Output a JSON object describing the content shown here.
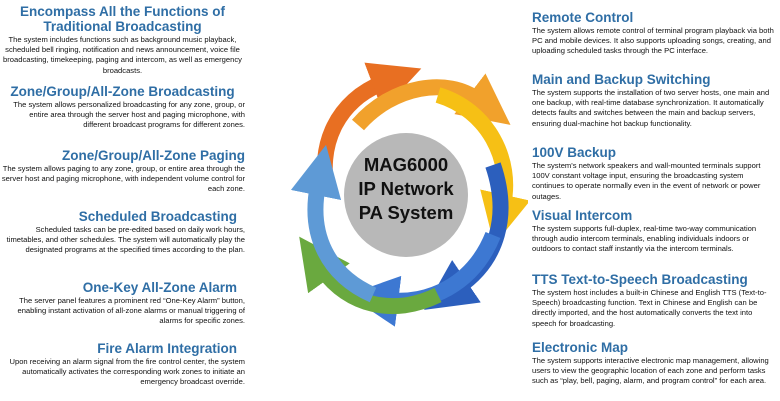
{
  "hub": {
    "line1": "MAG6000",
    "line2": "IP Network",
    "line3": "PA System"
  },
  "arrow_colors": [
    "#e06b25",
    "#f3ab2f",
    "#f7c21a",
    "#2e67c2",
    "#3f7ad0",
    "#6aab3f",
    "#5c9bd5",
    "#5c9bd5"
  ],
  "hub_color": "#b8b8b8",
  "title_color": "#2f6ea5",
  "left_features": [
    {
      "title": "Encompass All the Functions of Traditional Broadcasting",
      "desc": "The system includes functions such as background music playback, scheduled bell ringing, notification and news announcement, voice file broadcasting, timekeeping, paging and intercom, as well as emergency broadcasts."
    },
    {
      "title": "Zone/Group/All-Zone Broadcasting",
      "desc": "The system allows personalized broadcasting for any zone, group, or entire area through the server host and paging microphone, with different broadcast programs for different zones."
    },
    {
      "title": "Zone/Group/All-Zone Paging",
      "desc": "The system allows paging to any zone, group, or entire area through the server host and paging microphone, with independent volume control for each zone."
    },
    {
      "title": "Scheduled Broadcasting",
      "desc": "Scheduled tasks can be pre-edited based on daily work hours, timetables, and other schedules. The system will automatically play the designated programs at the specified times according to the plan."
    },
    {
      "title": "One-Key All-Zone Alarm",
      "desc": "The server panel features a prominent red “One-Key Alarm” button, enabling instant activation of all-zone alarms or manual triggering of alarms for specific zones."
    },
    {
      "title": "Fire Alarm Integration",
      "desc": "Upon receiving an alarm signal from the fire control center, the system automatically activates the corresponding work zones to initiate an emergency broadcast override."
    }
  ],
  "right_features": [
    {
      "title": "Remote Control",
      "desc": "The system allows remote control of terminal program playback via both PC and mobile devices. It also supports uploading songs, creating, and uploading scheduled tasks through the PC interface."
    },
    {
      "title": "Main and Backup Switching",
      "desc": "The system supports the installation of two server hosts, one main and one backup, with real-time database synchronization. It automatically detects faults and switches between the main and backup servers, ensuring dual-machine hot backup functionality."
    },
    {
      "title": "100V Backup",
      "desc": "The system's network speakers and wall-mounted terminals support 100V constant voltage input, ensuring the broadcasting system continues to operate normally even in the event of network or power outages."
    },
    {
      "title": "Visual Intercom",
      "desc": "The system supports full-duplex, real-time two-way communication through audio intercom terminals, enabling individuals indoors or outdoors to contact staff instantly via the intercom terminals."
    },
    {
      "title": "TTS Text-to-Speech Broadcasting",
      "desc": "The system host includes a built-in Chinese and English TTS (Text-to-Speech) broadcasting function. Text in Chinese and English can be directly imported, and the host automatically converts the text into speech for broadcasting."
    },
    {
      "title": "Electronic Map",
      "desc": "The system supports interactive electronic map management, allowing users to view the geographic location of each zone and perform tasks such as “play, bell, paging, alarm, and program control” for each area."
    }
  ]
}
